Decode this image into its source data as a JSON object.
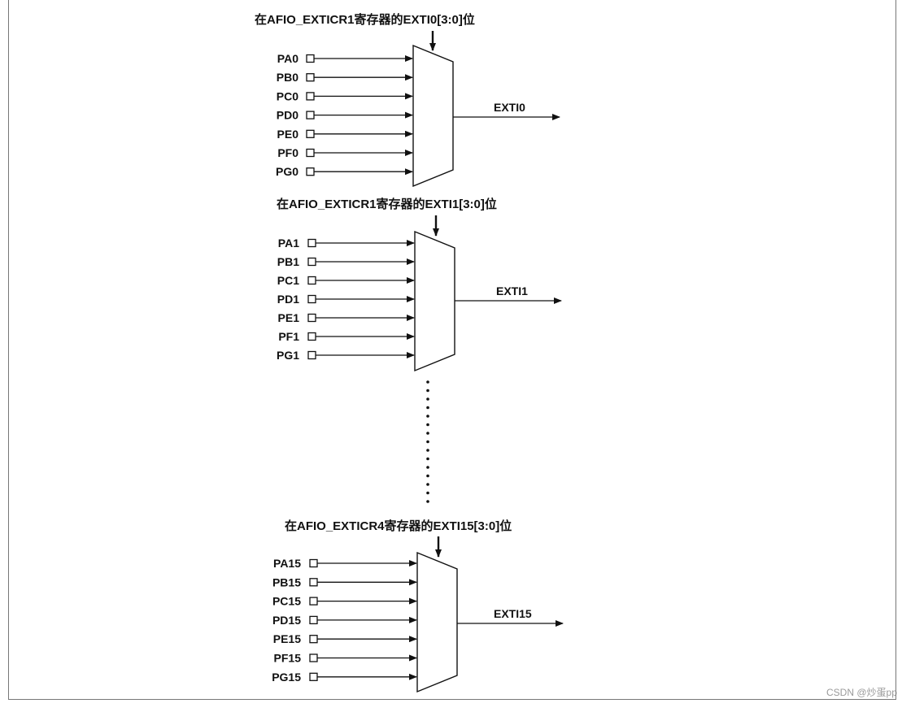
{
  "diagram": {
    "watermark": "CSDN @炒蛋pp",
    "colors": {
      "line": "#111111",
      "frame": "#777777",
      "background": "#ffffff"
    },
    "ellipsis": "vertical-dots",
    "groups": [
      {
        "title": "在AFIO_EXTICR1寄存器的EXTI0[3:0]位",
        "inputs": [
          "PA0",
          "PB0",
          "PC0",
          "PD0",
          "PE0",
          "PF0",
          "PG0"
        ],
        "output": "EXTI0"
      },
      {
        "title": "在AFIO_EXTICR1寄存器的EXTI1[3:0]位",
        "inputs": [
          "PA1",
          "PB1",
          "PC1",
          "PD1",
          "PE1",
          "PF1",
          "PG1"
        ],
        "output": "EXTI1"
      },
      {
        "title": "在AFIO_EXTICR4寄存器的EXTI15[3:0]位",
        "inputs": [
          "PA15",
          "PB15",
          "PC15",
          "PD15",
          "PE15",
          "PF15",
          "PG15"
        ],
        "output": "EXTI15"
      }
    ]
  }
}
